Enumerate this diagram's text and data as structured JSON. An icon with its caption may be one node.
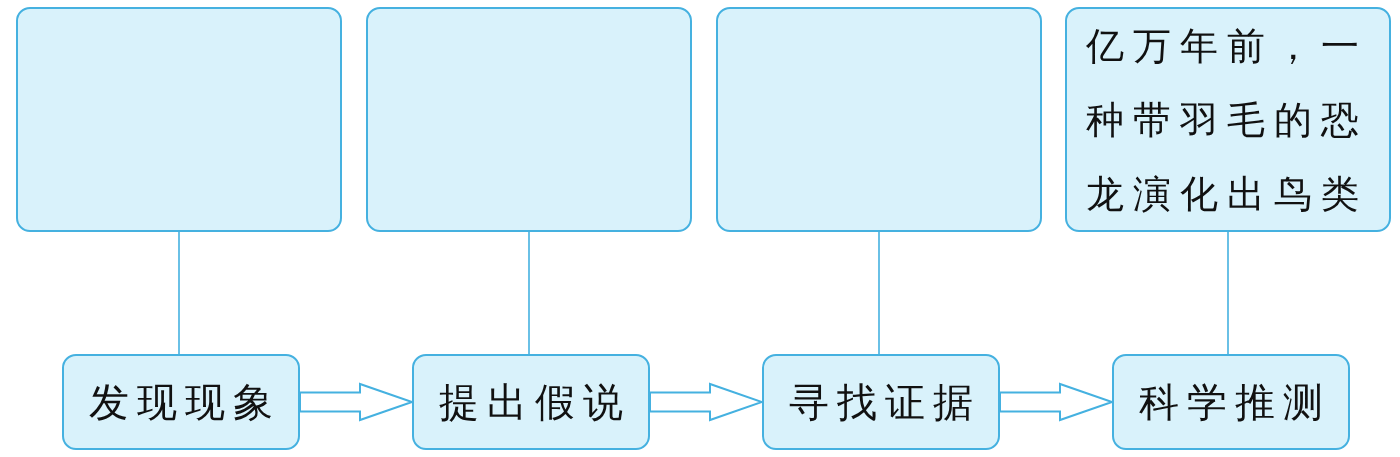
{
  "diagram": {
    "nodes": [
      {
        "text": [],
        "shape": "box"
      },
      {
        "text": [],
        "shape": "box"
      },
      {
        "text": [],
        "shape": "box"
      },
      {
        "text": [
          "亿万年前，一种带羽毛的恐龙演化出鸟类"
        ]
      },
      {
        "text": [
          "发现现象"
        ]
      },
      {
        "text": [
          "提出假说"
        ]
      },
      {
        "text": [
          "寻找证据"
        ]
      },
      {
        "text": [
          "科学推测"
        ]
      }
    ],
    "edges": [
      {
        "from": 0,
        "to": 4,
        "arrow": "none"
      },
      {
        "from": 1,
        "to": 5,
        "arrow": "none"
      },
      {
        "from": 2,
        "to": 6,
        "arrow": "none"
      },
      {
        "from": 3,
        "to": 7,
        "arrow": "none"
      },
      {
        "from": 4,
        "to": 5,
        "arrow": "to",
        "style": "thick"
      },
      {
        "from": 5,
        "to": 6,
        "arrow": "to",
        "style": "thick"
      },
      {
        "from": 6,
        "to": 7,
        "arrow": "to",
        "style": "thick"
      }
    ]
  }
}
